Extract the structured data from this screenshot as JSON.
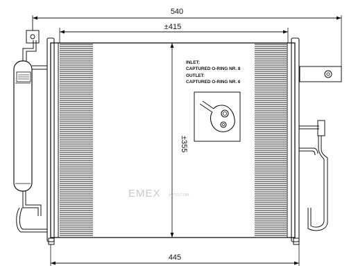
{
  "dimensions": {
    "overall_width": "540",
    "core_width": "±415",
    "core_height": "±355",
    "bottom_width": "445"
  },
  "callout": {
    "inlet_label": "INLET:",
    "inlet_value": "CAPTURED O-RING NR. 8",
    "outlet_label": "OUTLET:",
    "outlet_value": "CAPTURED O-RING NR. 6"
  },
  "watermark": {
    "brand": "EMEX",
    "domain": "AUTO.COM"
  }
}
